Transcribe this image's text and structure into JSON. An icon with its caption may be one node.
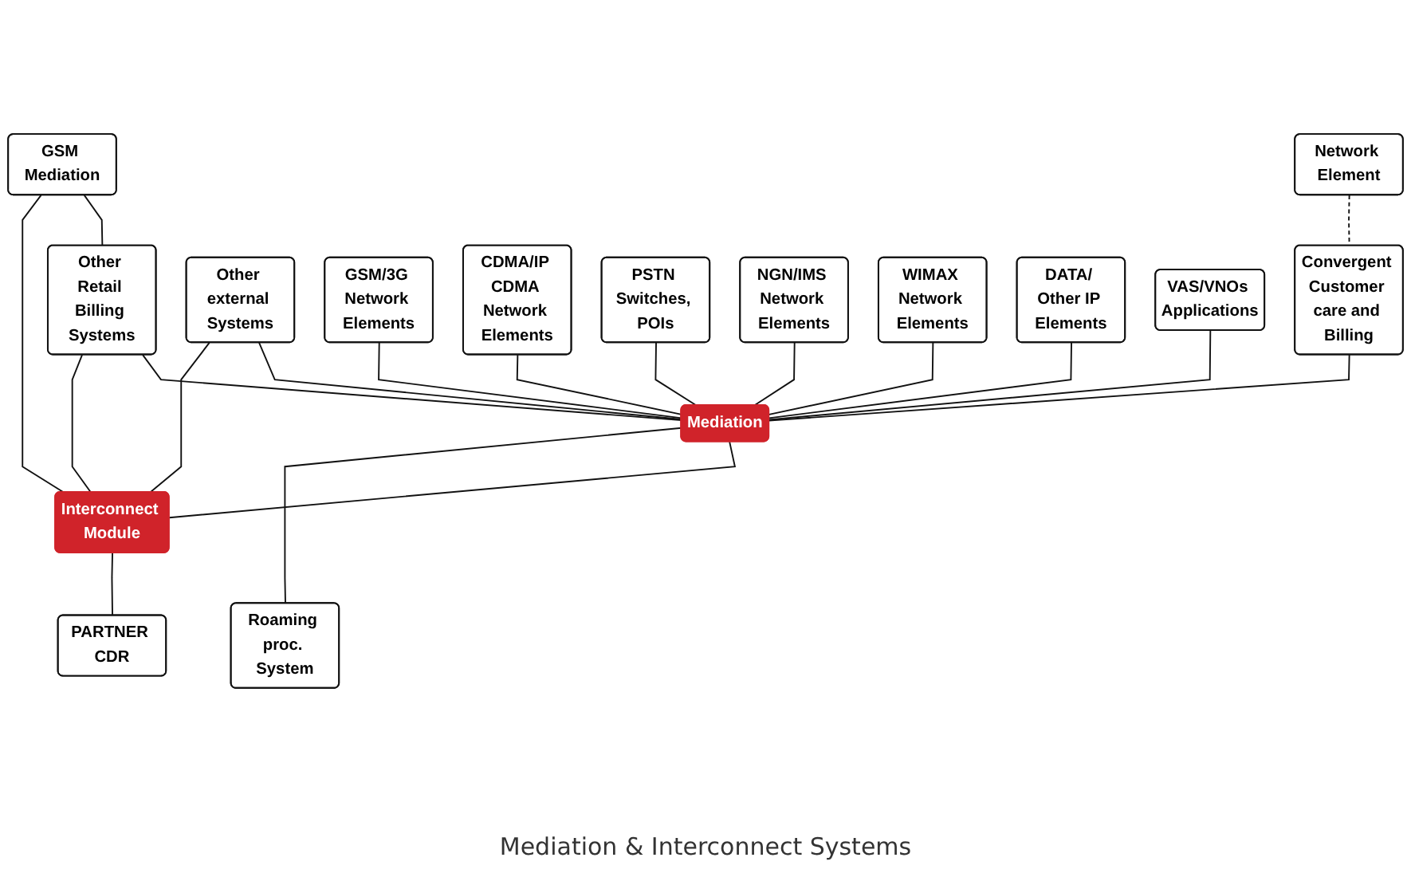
{
  "diagram": {
    "caption": "Mediation & Interconnect Systems",
    "nodes": [
      {
        "text": [
          "Network Element"
        ]
      },
      {
        "text": [
          "Convergent Customer care and Billing"
        ]
      },
      {
        "text": [
          "GSM Mediation"
        ]
      },
      {
        "text": [
          "Other Retail Billing Systems"
        ]
      },
      {
        "text": [
          "Other external Systems"
        ]
      },
      {
        "text": [
          "GSM/3G Network Elements"
        ]
      },
      {
        "text": [
          "Mediation"
        ]
      },
      {
        "text": [
          "Interconnect Module"
        ]
      },
      {
        "text": [
          "CDMA/IP CDMA Network Elements"
        ]
      },
      {
        "text": [
          "PSTN Switches, POIs"
        ]
      },
      {
        "text": [
          "NGN/IMS Network Elements"
        ]
      },
      {
        "text": [
          "WIMAX Network Elements"
        ]
      },
      {
        "text": [
          "DATA/ Other IP Elements"
        ]
      },
      {
        "text": [
          "VAS/VNOs Applications"
        ]
      },
      {
        "text": [
          "PARTNER CDR"
        ]
      },
      {
        "text": [
          "Roaming proc. System"
        ]
      }
    ],
    "edges": [
      {
        "from": 0,
        "to": 1,
        "arrow": "none",
        "style": "dashed"
      },
      {
        "from": 1,
        "to": 6,
        "arrow": "none"
      },
      {
        "from": 2,
        "to": 3,
        "arrow": "none"
      },
      {
        "from": 2,
        "to": 7,
        "arrow": "none"
      },
      {
        "from": 3,
        "to": 6,
        "arrow": "none"
      },
      {
        "from": 3,
        "to": 7,
        "arrow": "none"
      },
      {
        "from": 4,
        "to": 6,
        "arrow": "none"
      },
      {
        "from": 4,
        "to": 7,
        "arrow": "none"
      },
      {
        "from": 5,
        "to": 6,
        "arrow": "none"
      },
      {
        "from": 6,
        "to": 7,
        "arrow": "none"
      },
      {
        "from": 8,
        "to": 6,
        "arrow": "none"
      },
      {
        "from": 9,
        "to": 6,
        "arrow": "none"
      },
      {
        "from": 10,
        "to": 6,
        "arrow": "none"
      },
      {
        "from": 11,
        "to": 6,
        "arrow": "none"
      },
      {
        "from": 12,
        "to": 6,
        "arrow": "none"
      },
      {
        "from": 13,
        "to": 6,
        "arrow": "none"
      },
      {
        "from": 6,
        "to": 15,
        "arrow": "none"
      },
      {
        "from": 7,
        "to": 14,
        "arrow": "none"
      }
    ]
  }
}
